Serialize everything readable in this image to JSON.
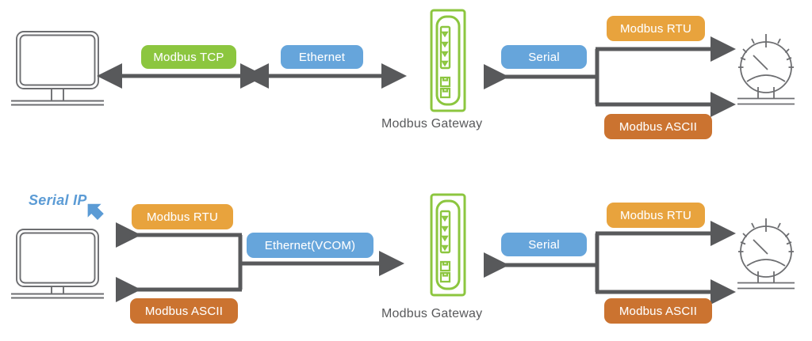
{
  "diagram": {
    "title": "Modbus Gateway protocol conversion diagram",
    "background": "#ffffff",
    "colors": {
      "green": "#8CC63F",
      "blue": "#66A5DB",
      "orange": "#E8A33D",
      "brown": "#CB7330",
      "arrow": "#58595B",
      "device_outline": "#6D6E71",
      "gateway_outline": "#8CC63F",
      "callout": "#5B9BD5"
    }
  },
  "rows": [
    {
      "id": "row-top",
      "name": "modbus-tcp-to-serial-row",
      "labels": {
        "link_1": "Modbus TCP",
        "link_2": "Ethernet",
        "link_3": "Serial",
        "branch_upper": "Modbus RTU",
        "branch_lower": "Modbus ASCII"
      },
      "devices": {
        "left": {
          "icon": "monitor-icon",
          "caption": ""
        },
        "center": {
          "icon": "gateway-icon",
          "caption": "Modbus Gateway"
        },
        "right": {
          "icon": "gauge-icon",
          "caption": ""
        }
      }
    },
    {
      "id": "row-bottom",
      "name": "serial-ip-vcom-row",
      "callout": "Serial IP",
      "labels": {
        "branch_upper_left": "Modbus RTU",
        "branch_lower_left": "Modbus ASCII",
        "link_center": "Ethernet(VCOM)",
        "link_3": "Serial",
        "branch_upper": "Modbus RTU",
        "branch_lower": "Modbus ASCII"
      },
      "devices": {
        "left": {
          "icon": "monitor-icon",
          "caption": ""
        },
        "center": {
          "icon": "gateway-icon",
          "caption": "Modbus Gateway"
        },
        "right": {
          "icon": "gauge-icon",
          "caption": ""
        }
      }
    }
  ]
}
